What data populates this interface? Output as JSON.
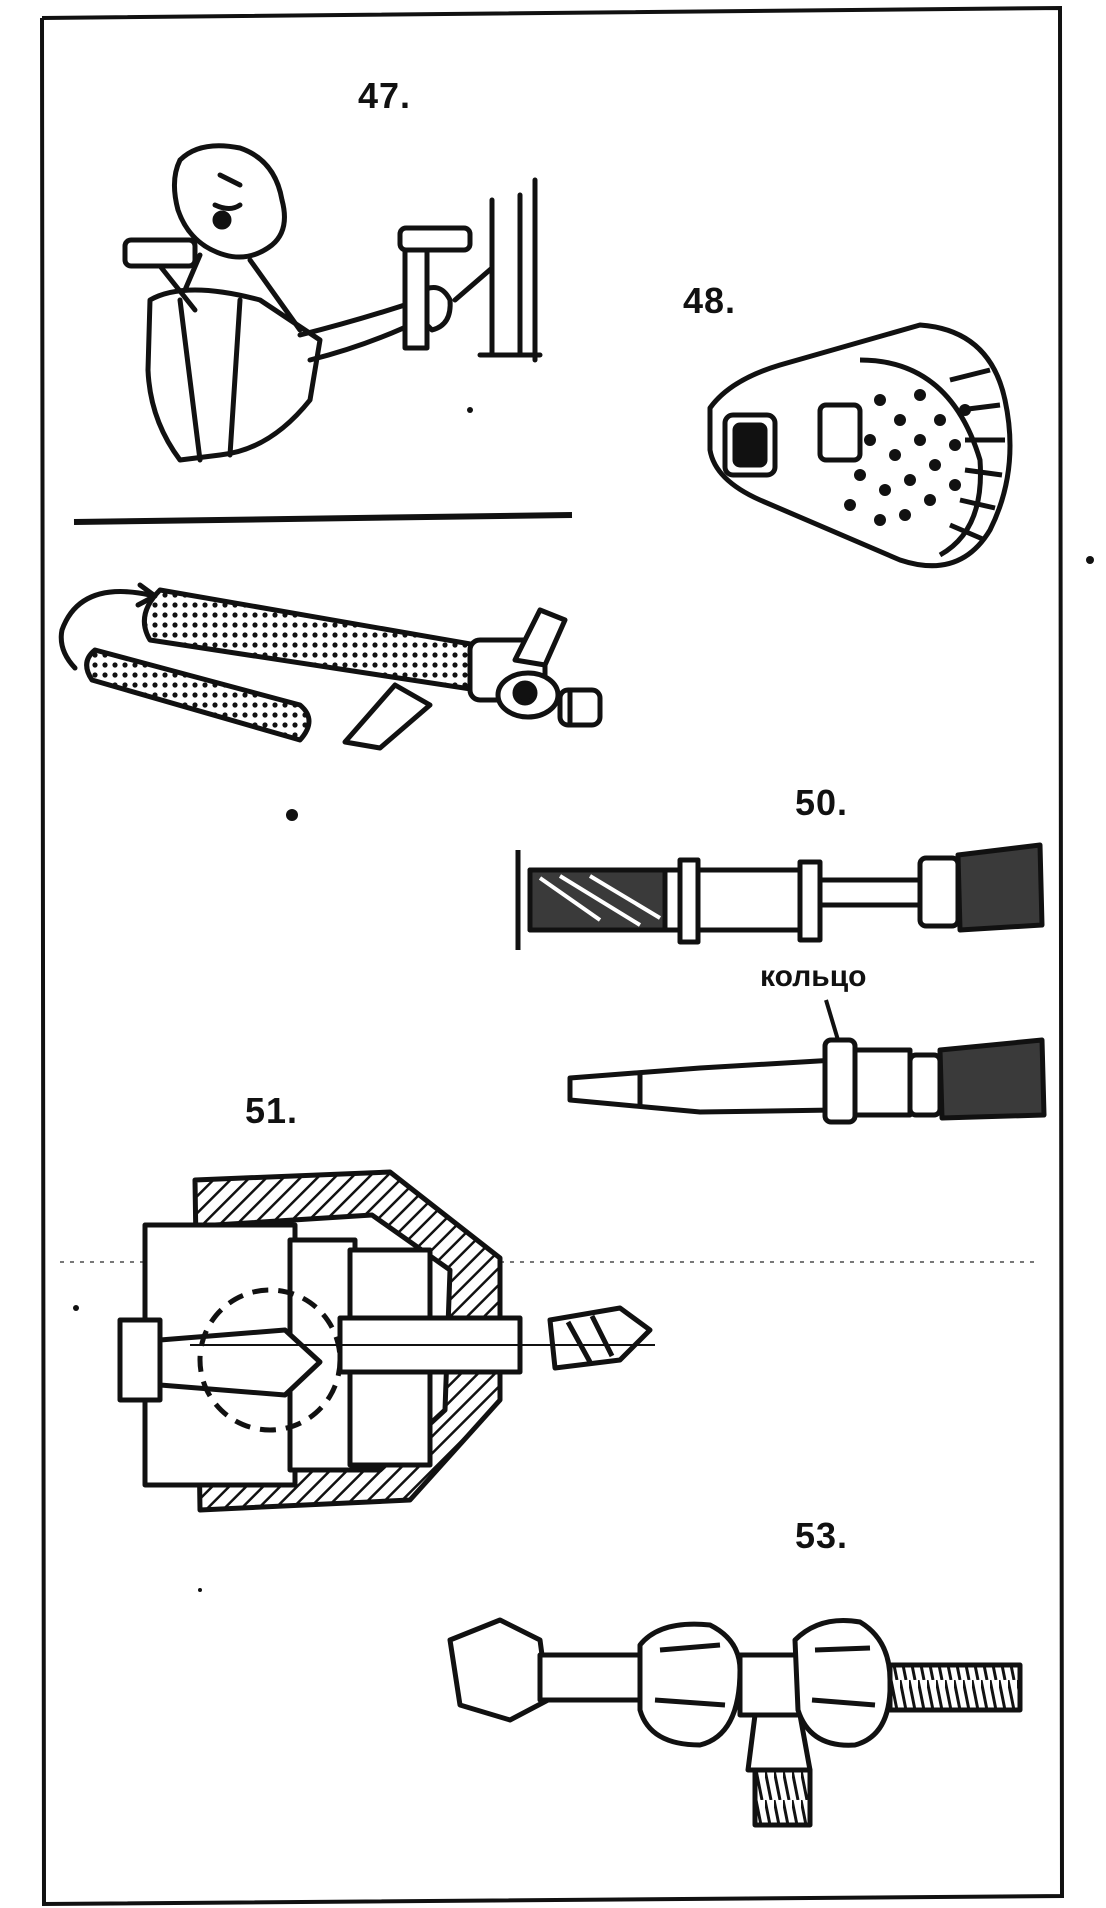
{
  "figures": {
    "fig47": {
      "label": "47."
    },
    "fig48": {
      "label": "48."
    },
    "fig50": {
      "label": "50.",
      "annotation": "кольцо"
    },
    "fig51": {
      "label": "51."
    },
    "fig53": {
      "label": "53."
    }
  },
  "colors": {
    "ink": "#111111",
    "paper": "#ffffff",
    "shade": "#3a3a3a"
  }
}
